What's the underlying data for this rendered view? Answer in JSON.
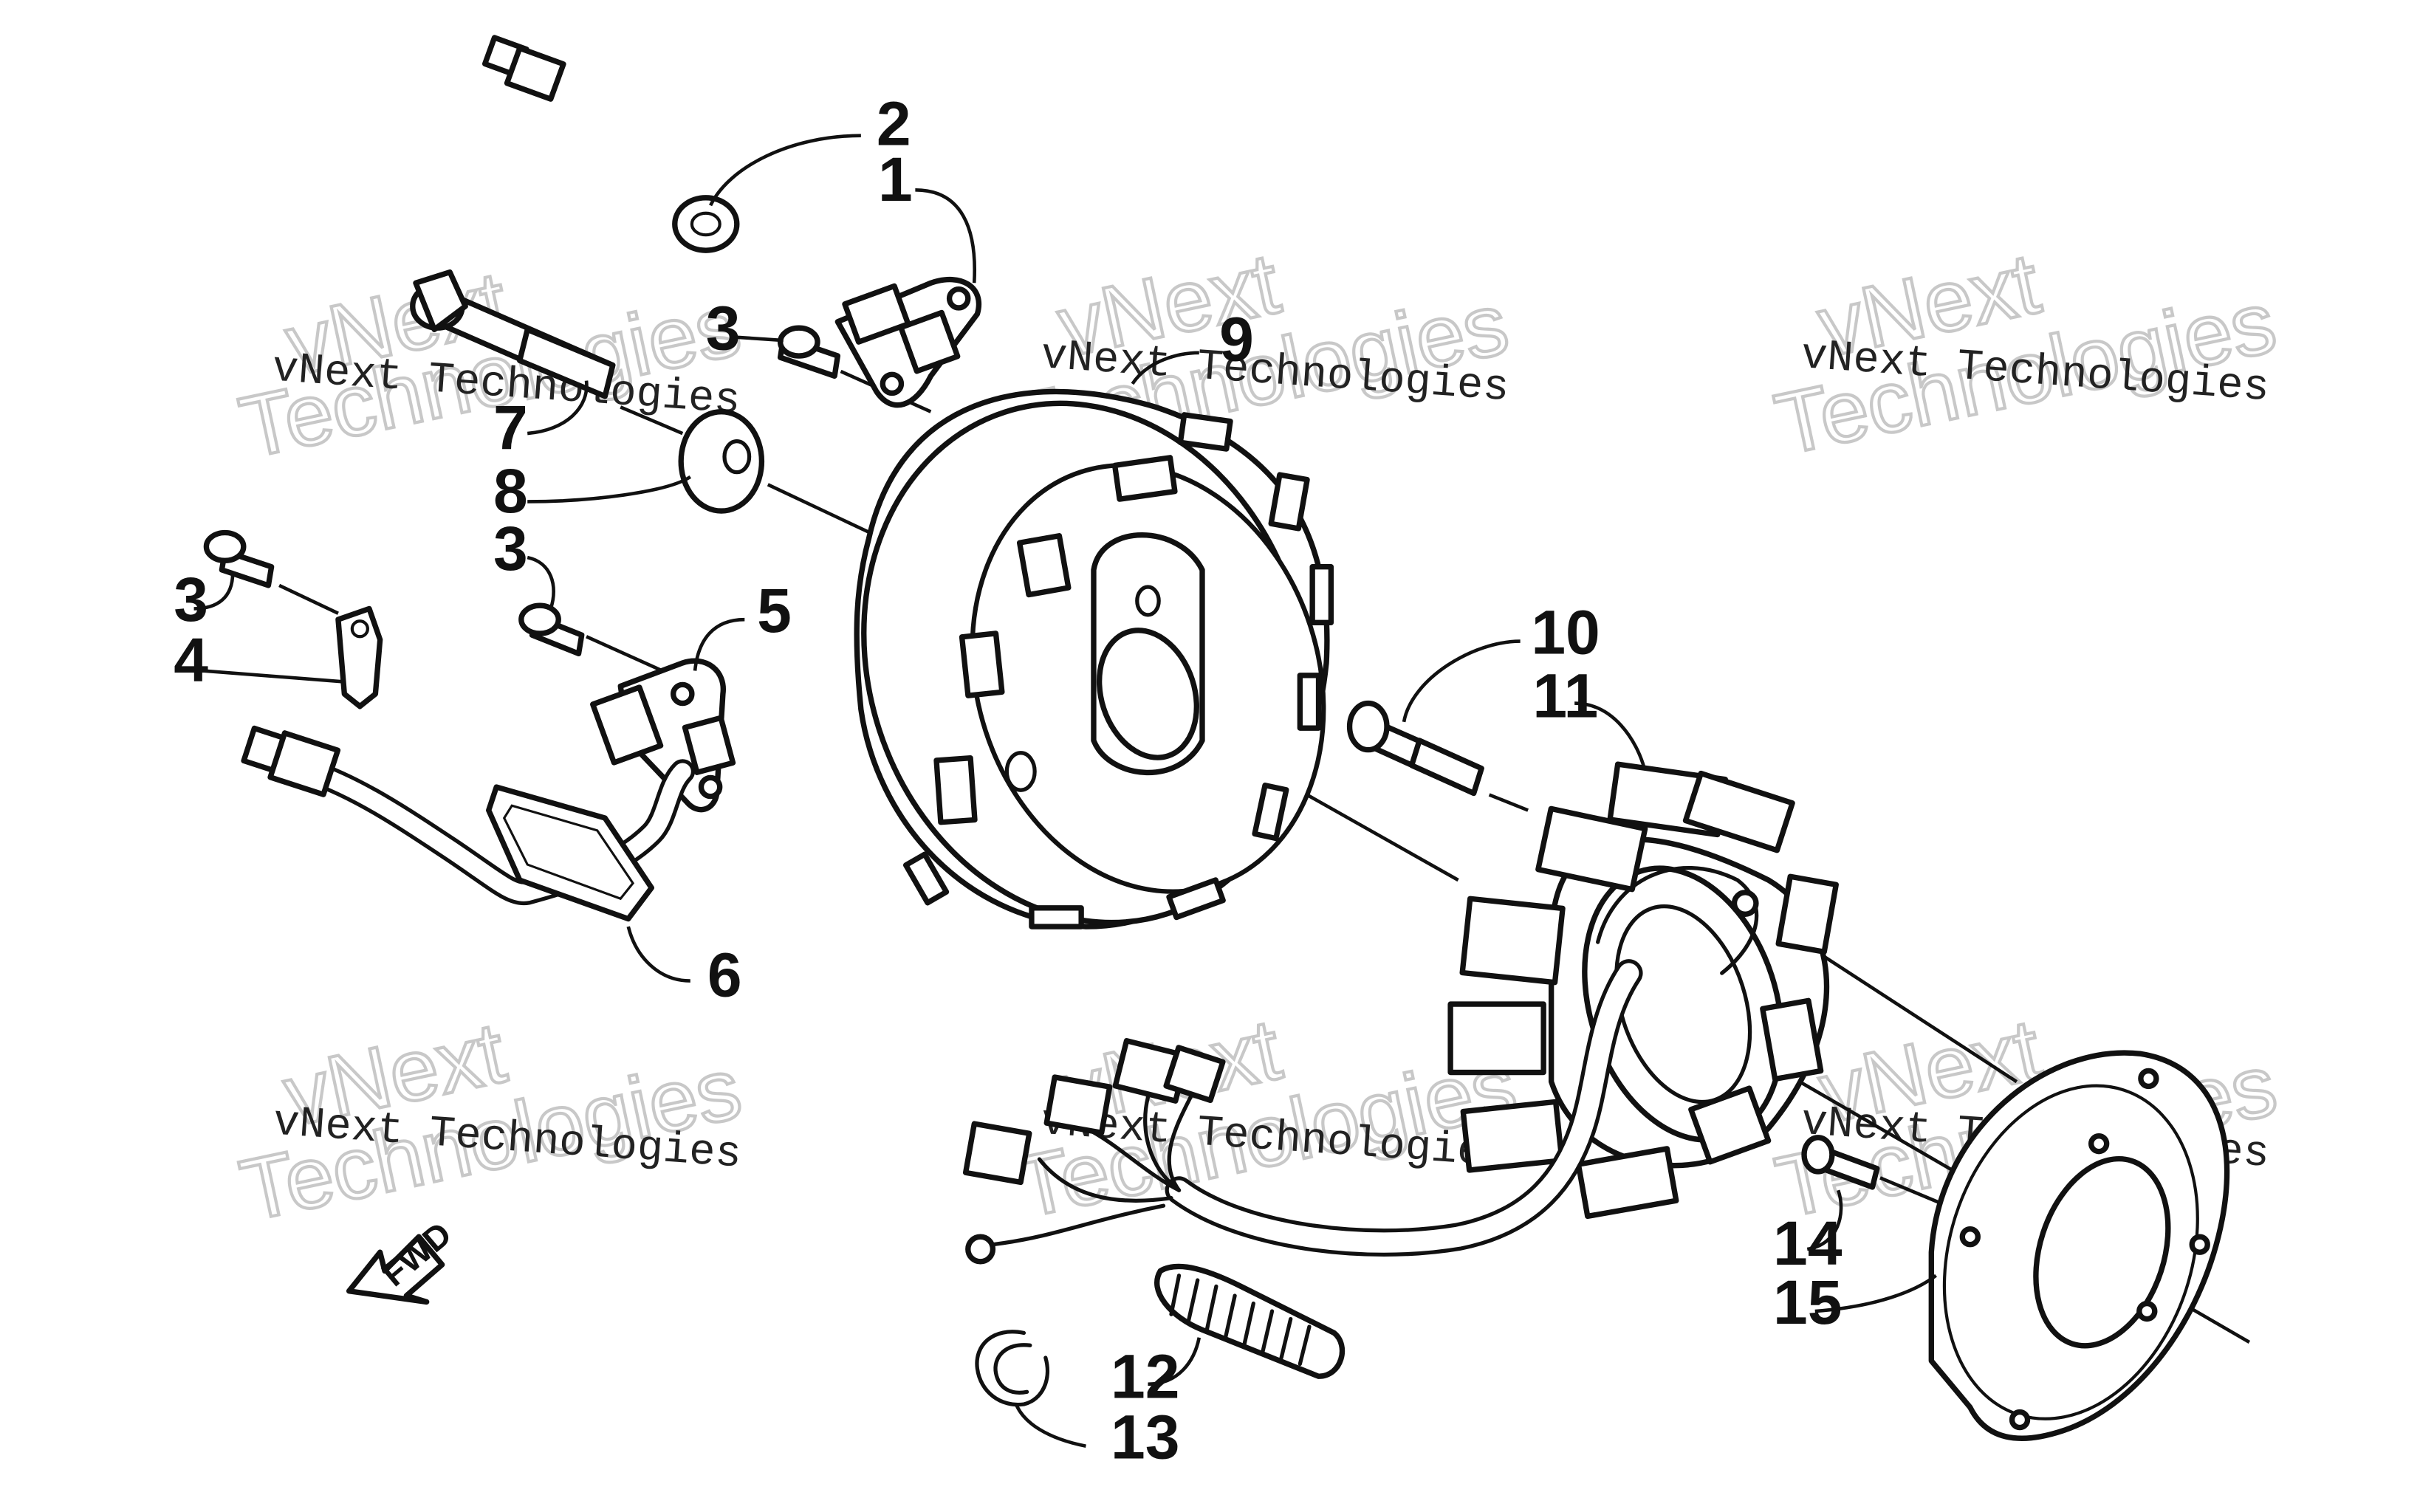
{
  "callouts": {
    "c1": "1",
    "c2": "2",
    "c3a": "3",
    "c3b": "3",
    "c3c": "3",
    "c4": "4",
    "c5": "5",
    "c6": "6",
    "c7": "7",
    "c8": "8",
    "c9": "9",
    "c10": "10",
    "c11": "11",
    "c12": "12",
    "c13": "13",
    "c14": "14",
    "c15": "15"
  },
  "watermarks": [
    {
      "small": "vNext Technologies",
      "big1": "vNext",
      "big2": "Technologies"
    },
    {
      "small": "vNext Technologies",
      "big1": "vNext",
      "big2": "Technologies"
    },
    {
      "small": "vNext Technologies",
      "big1": "vNext",
      "big2": "Technologies"
    },
    {
      "small": "vNext Technologies",
      "big1": "vNext",
      "big2": "Technologies"
    },
    {
      "small": "vNext Technologies",
      "big1": "vNext",
      "big2": "Technologies"
    },
    {
      "small": "vNext Technologies",
      "big1": "vNext",
      "big2": "Technologies"
    }
  ],
  "fwd_label": "FWD"
}
